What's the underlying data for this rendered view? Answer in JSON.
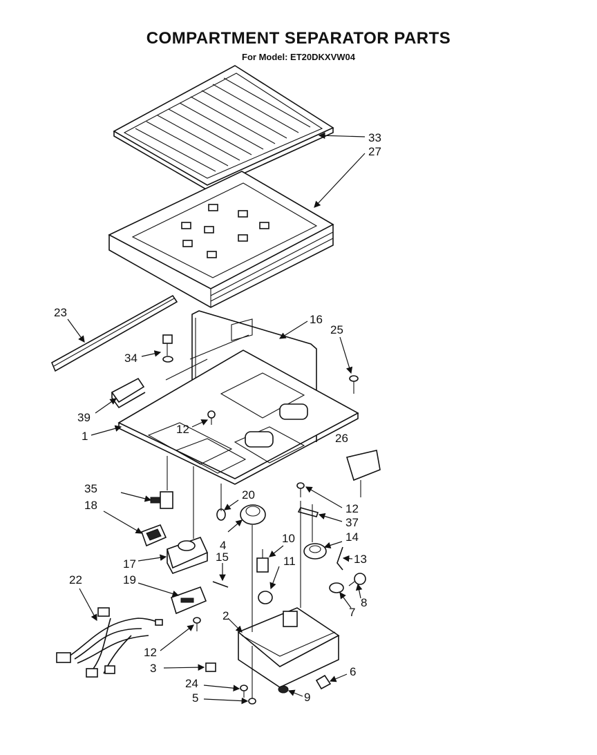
{
  "title": "COMPARTMENT SEPARATOR PARTS",
  "subtitle": "For Model: ET20DKXVW04",
  "callouts": [
    "33",
    "27",
    "23",
    "16",
    "25",
    "34",
    "39",
    "1",
    "12",
    "26",
    "35",
    "20",
    "12",
    "18",
    "37",
    "4",
    "10",
    "14",
    "17",
    "15",
    "11",
    "13",
    "19",
    "8",
    "22",
    "7",
    "2",
    "6",
    "12",
    "3",
    "24",
    "9",
    "5"
  ]
}
